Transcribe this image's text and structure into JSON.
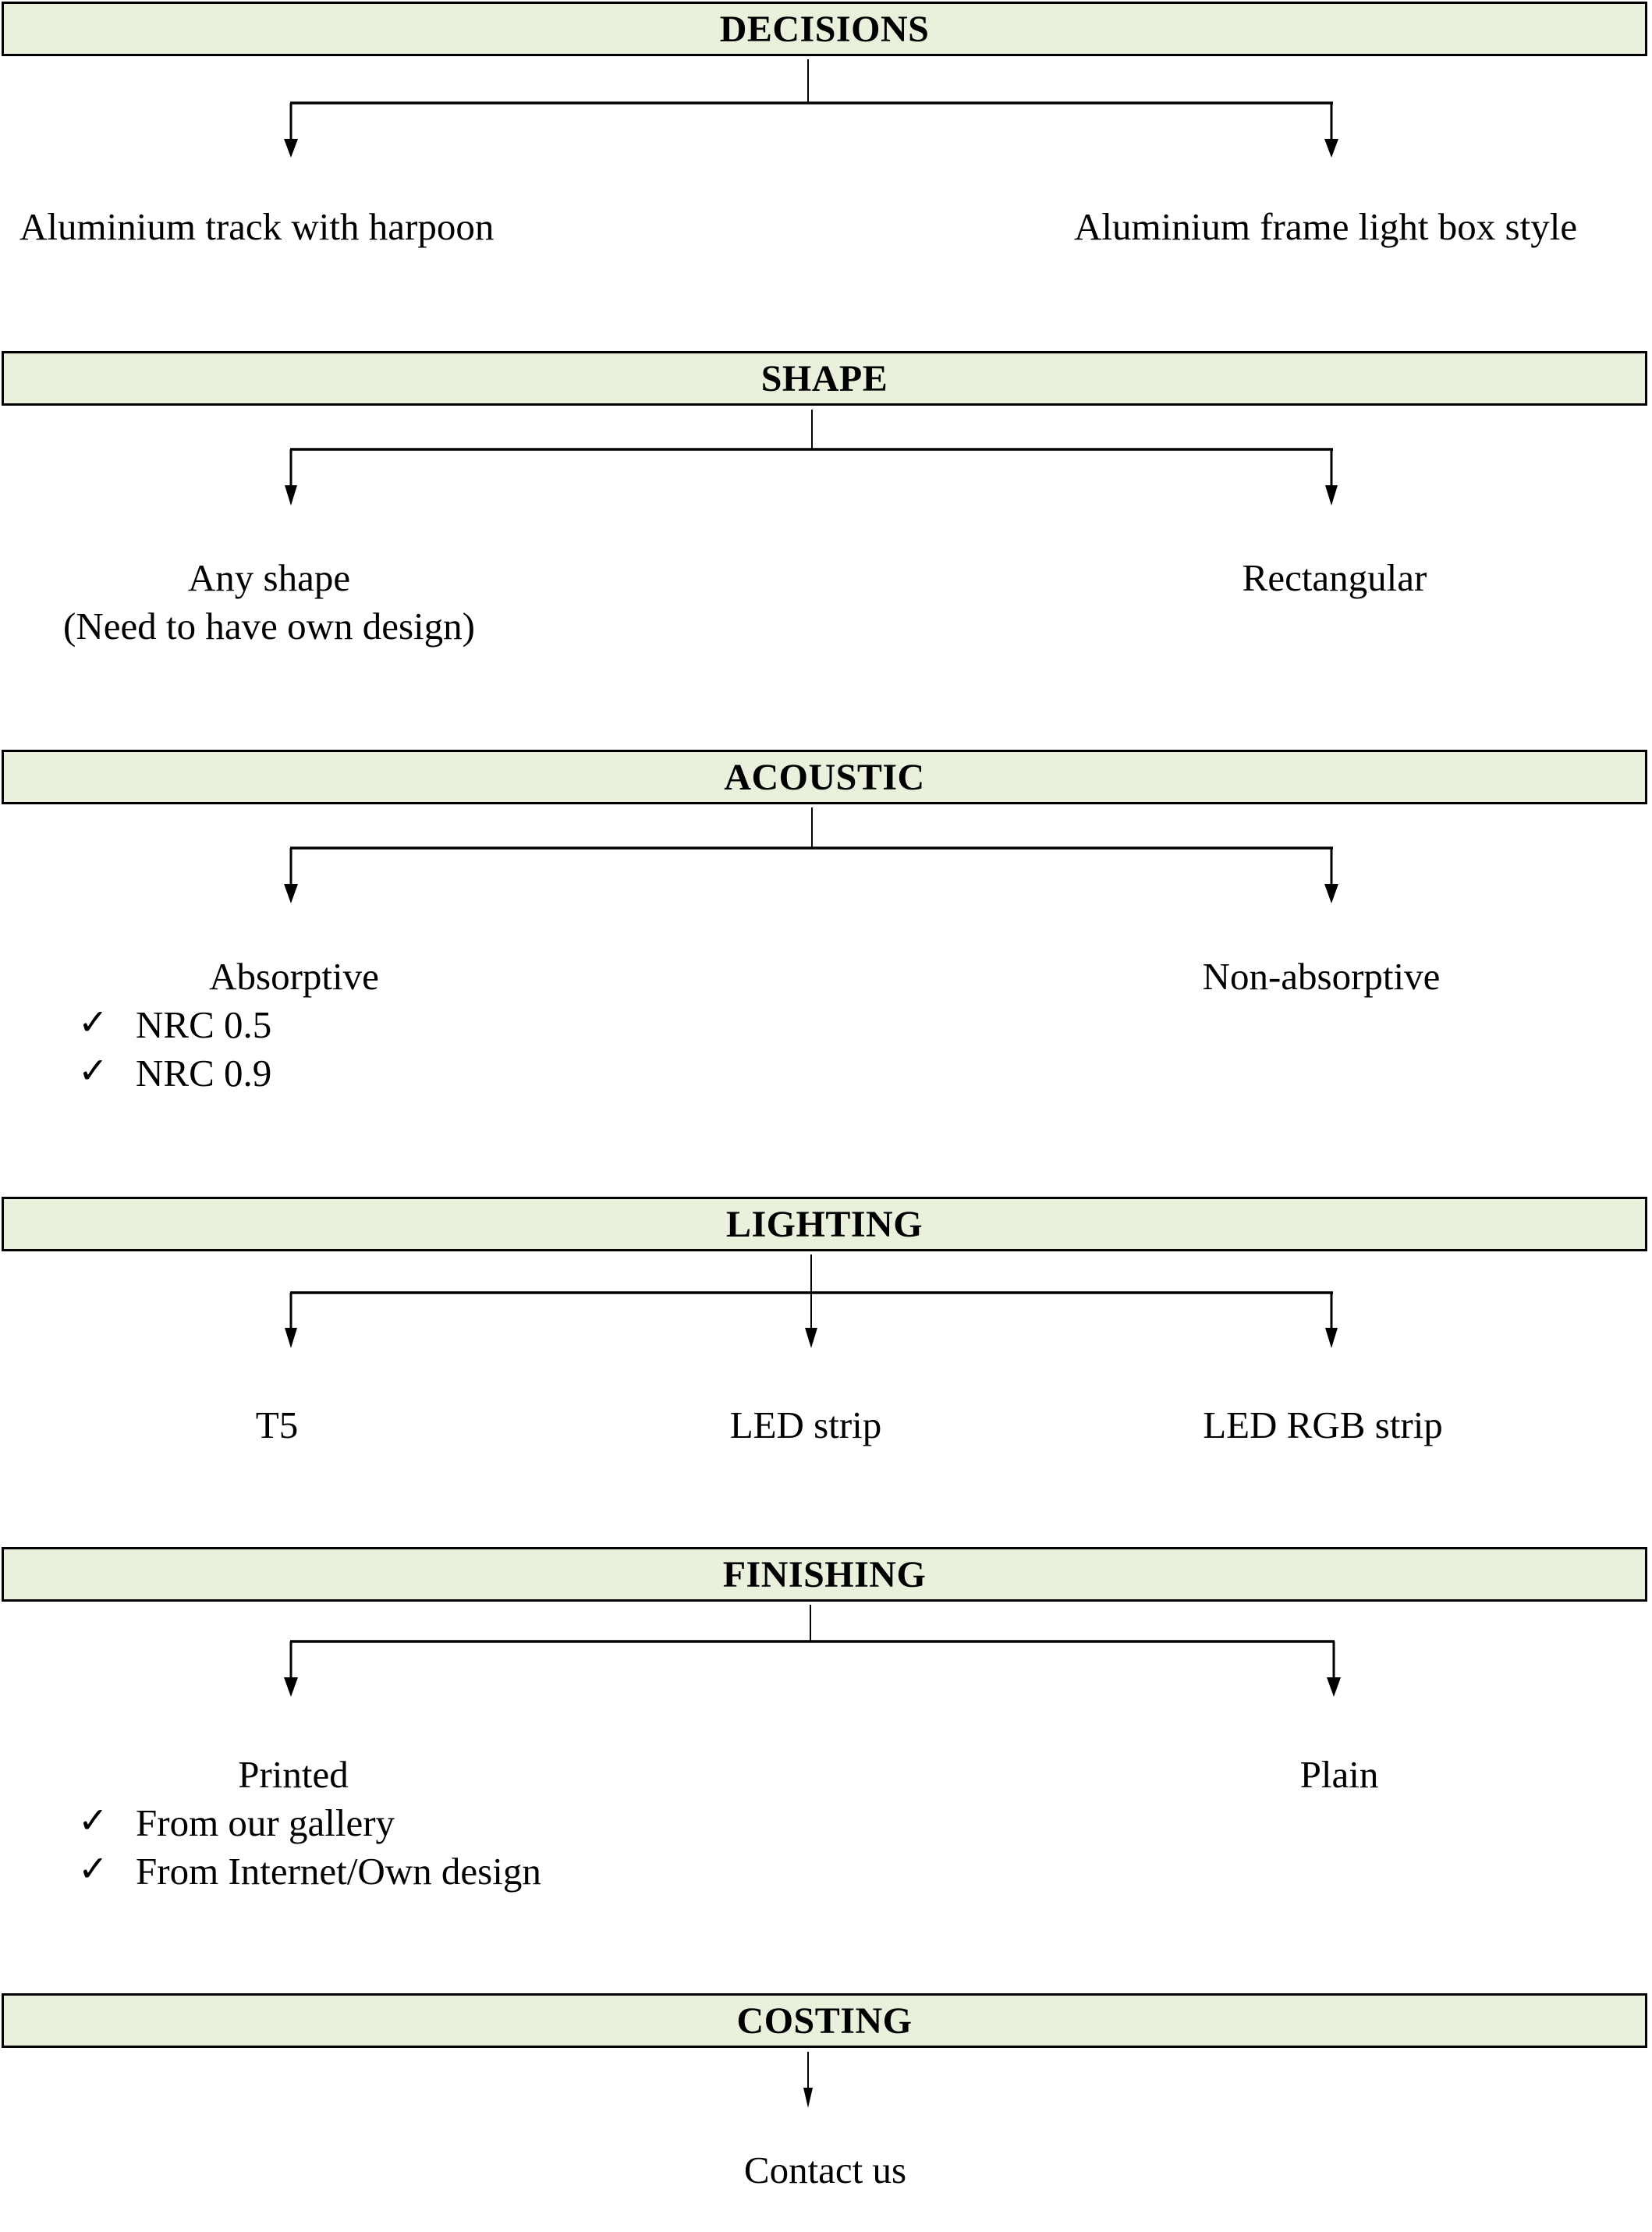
{
  "sections": [
    {
      "id": "decisions",
      "title": "DECISIONS",
      "options": [
        {
          "label": "Aluminium track with harpoon",
          "checks": []
        },
        {
          "label": "Aluminium frame light box style",
          "checks": []
        }
      ]
    },
    {
      "id": "shape",
      "title": "SHAPE",
      "options": [
        {
          "label": "Any shape",
          "sublabel": "(Need to have own design)",
          "checks": []
        },
        {
          "label": "Rectangular",
          "checks": []
        }
      ]
    },
    {
      "id": "acoustic",
      "title": "ACOUSTIC",
      "options": [
        {
          "label": "Absorptive",
          "checks": [
            "NRC 0.5",
            "NRC 0.9"
          ]
        },
        {
          "label": "Non-absorptive",
          "checks": []
        }
      ]
    },
    {
      "id": "lighting",
      "title": "LIGHTING",
      "options": [
        {
          "label": "T5",
          "checks": []
        },
        {
          "label": "LED strip",
          "checks": []
        },
        {
          "label": "LED RGB strip",
          "checks": []
        }
      ]
    },
    {
      "id": "finishing",
      "title": "FINISHING",
      "options": [
        {
          "label": "Printed",
          "checks": [
            "From our gallery",
            "From Internet/Own design"
          ]
        },
        {
          "label": "Plain",
          "checks": []
        }
      ]
    },
    {
      "id": "costing",
      "title": "COSTING",
      "options": [
        {
          "label": "Contact us",
          "checks": []
        }
      ]
    }
  ],
  "check_symbol": "✓",
  "colors": {
    "header_fill": "#e9f0db",
    "line": "#000000"
  }
}
